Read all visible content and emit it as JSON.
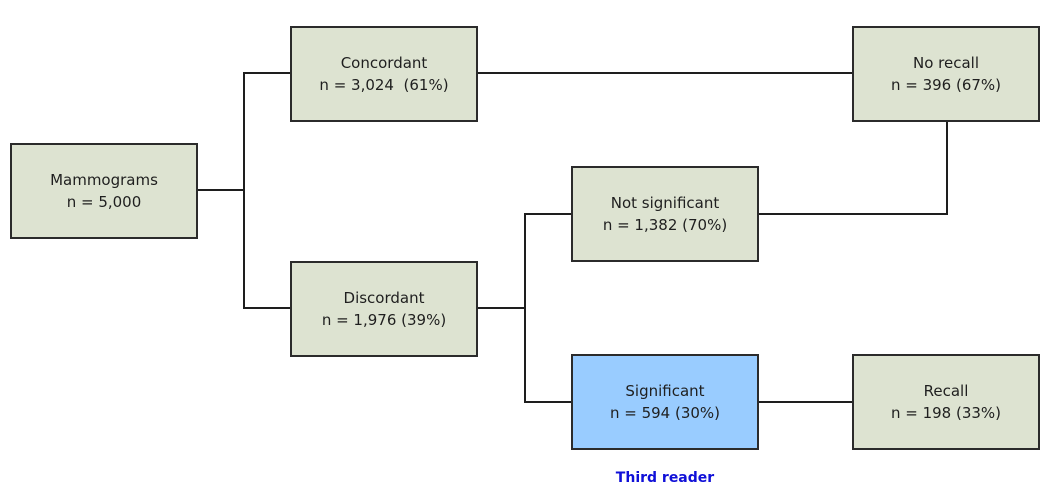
{
  "nodes": {
    "mammograms": {
      "title": "Mammograms",
      "count": "n = 5,000"
    },
    "concordant": {
      "title": "Concordant",
      "count": "n = 3,024  (61%)"
    },
    "discordant": {
      "title": "Discordant",
      "count": "n = 1,976 (39%)"
    },
    "not_significant": {
      "title": "Not significant",
      "count": "n = 1,382 (70%)"
    },
    "significant": {
      "title": "Significant",
      "count": "n = 594 (30%)"
    },
    "no_recall": {
      "title": "No recall",
      "count": "n = 396 (67%)"
    },
    "recall": {
      "title": "Recall",
      "count": "n = 198 (33%)"
    }
  },
  "caption": "Third reader",
  "colors": {
    "box_fill": "#dde3d1",
    "highlight_fill": "#99ccff",
    "border": "#2b2b2b",
    "caption": "#1010d8"
  }
}
